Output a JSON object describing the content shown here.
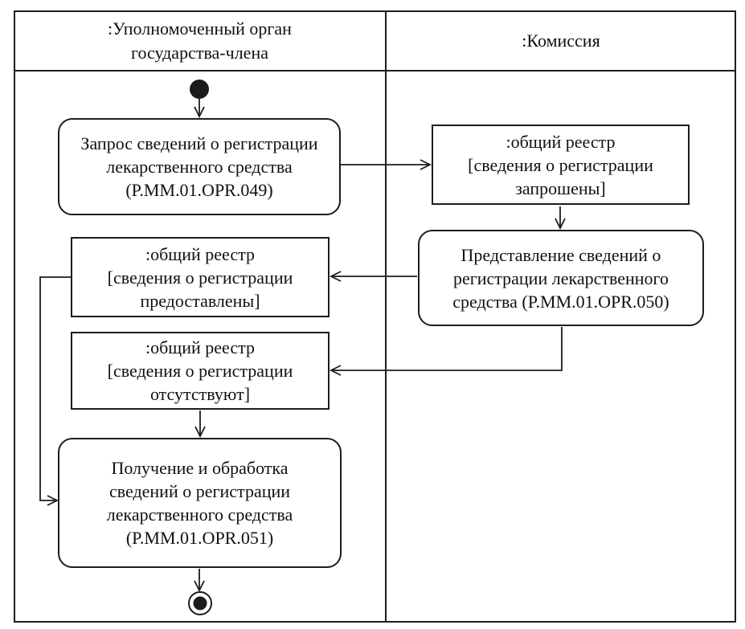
{
  "diagram": {
    "type": "uml-activity-swimlane",
    "header": {
      "left_lane": ":Уполномоченный орган\nгосударства-члена",
      "right_lane": ":Комиссия"
    },
    "nodes": {
      "action_049": "Запрос сведений о регистрации\nлекарственного средства\n(P.MM.01.OPR.049)",
      "object_requested": ":общий реестр\n[сведения о регистрации\nзапрошены]",
      "action_050": "Представление сведений о\nрегистрации лекарственного\nсредства (P.MM.01.OPR.050)",
      "object_provided": ":общий реестр\n[сведения о регистрации\nпредоставлены]",
      "object_missing": ":общий реестр\n[сведения о регистрации\nотсутствуют]",
      "action_051": "Получение и обработка\nсведений о регистрации\nлекарственного средства\n(P.MM.01.OPR.051)"
    },
    "colors": {
      "line": "#1c1c1c",
      "background": "#ffffff"
    }
  }
}
